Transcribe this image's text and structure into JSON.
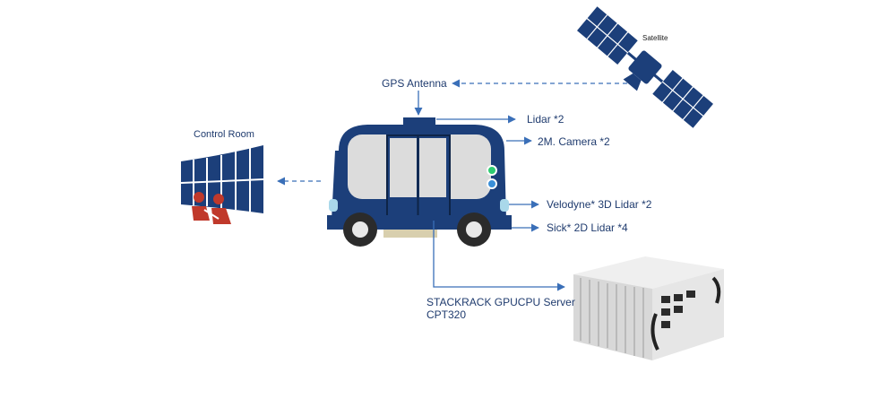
{
  "labels": {
    "satellite": "Satellite",
    "gps_antenna": "GPS Antenna",
    "control_room": "Control Room",
    "lidar": "Lidar *2",
    "camera": "2M. Camera *2",
    "velodyne": "Velodyne* 3D Lidar *2",
    "sick": "Sick* 2D Lidar *4",
    "server_line1": "STACKRACK  GPUCPU  Server",
    "server_line2": "CPT320"
  },
  "colors": {
    "navy": "#1c3f7a",
    "arrow": "#3a6fb8",
    "window": "#dcdcdc",
    "person": "#c0392b",
    "server": "#d8d8d8"
  },
  "icons": {
    "satellite": "satellite-icon",
    "bus": "autonomous-bus-icon",
    "control_room": "control-room-icon",
    "server": "server-icon"
  }
}
